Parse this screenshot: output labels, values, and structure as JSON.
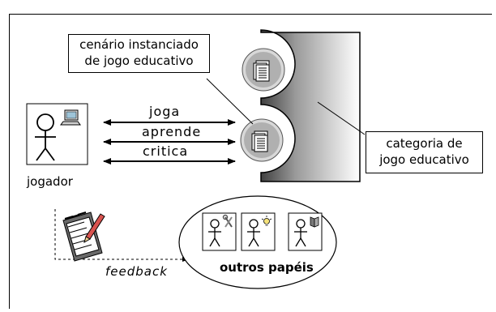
{
  "diagram": {
    "scenario_label": {
      "line1": "cenário instanciado",
      "line2": "de jogo educativo"
    },
    "category_label": {
      "line1": "categoria de",
      "line2": "jogo educativo"
    },
    "actions": [
      "joga",
      "aprende",
      "critica"
    ],
    "player_label": "jogador",
    "feedback_label": "feedback",
    "others_label": "outros papéis"
  }
}
